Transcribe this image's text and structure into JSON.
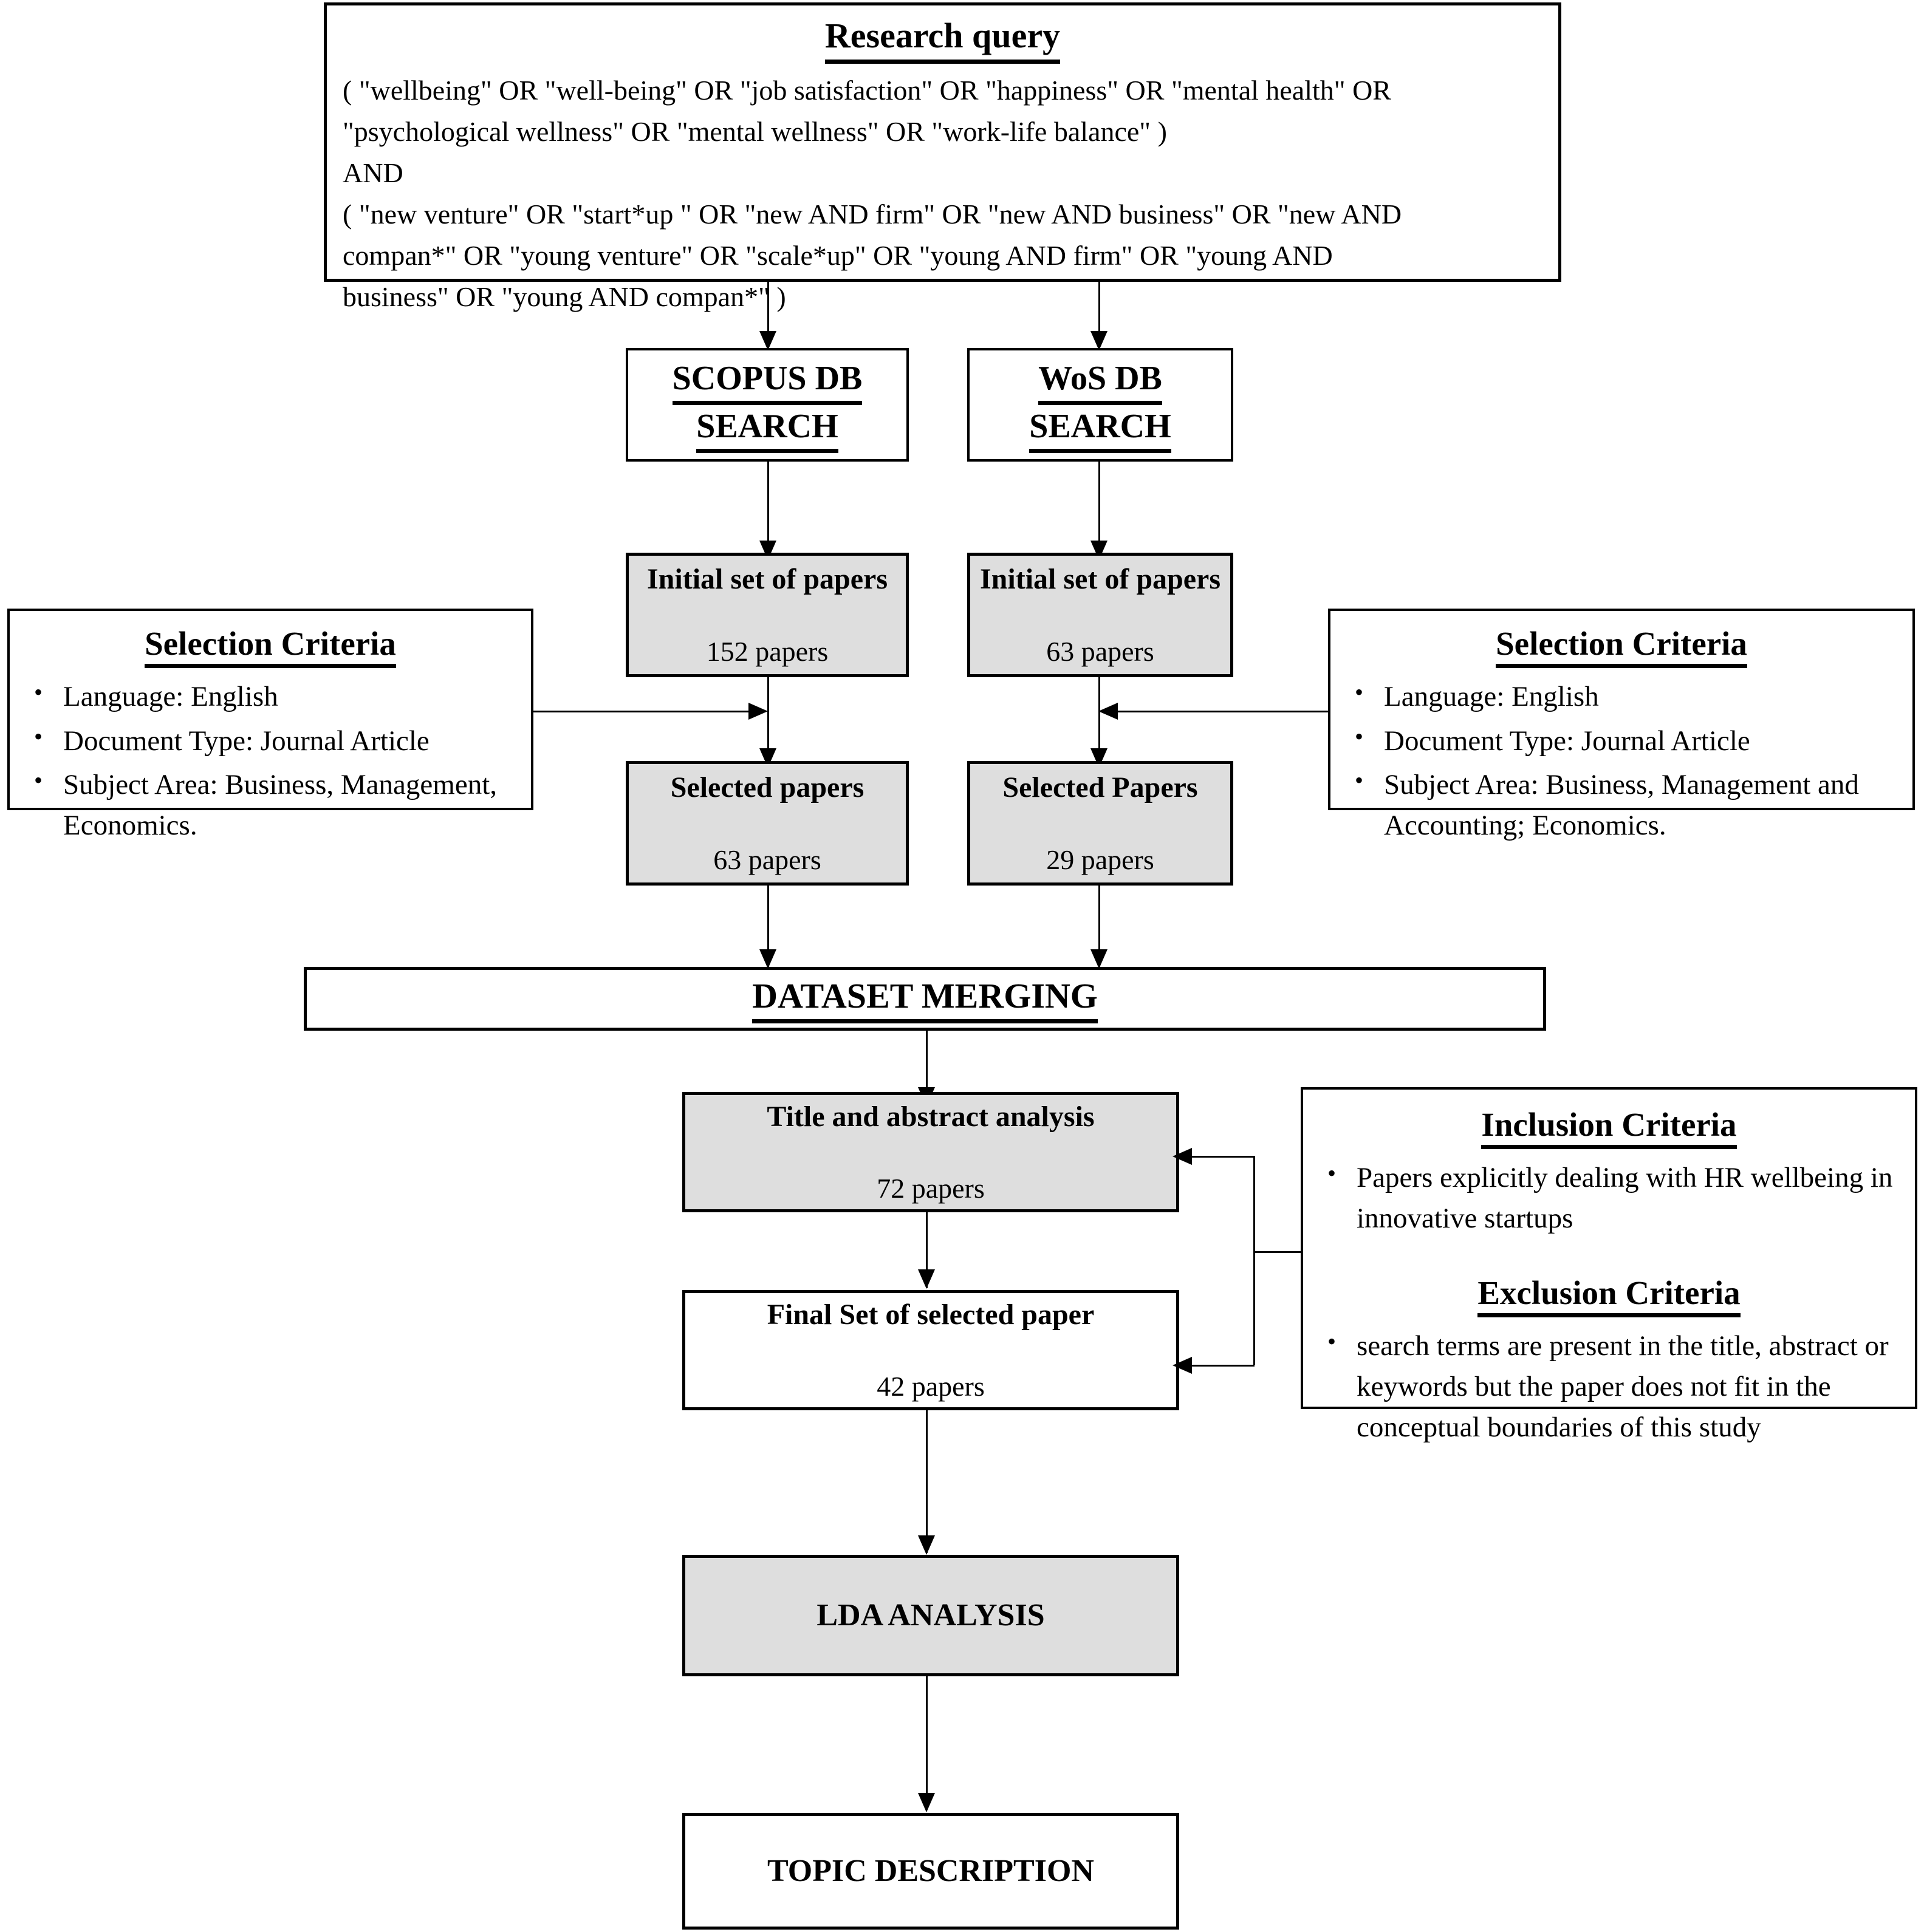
{
  "diagram": {
    "title": "Systematic literature review PRISMA-style flow diagram",
    "accent_gray": "#dedede",
    "line_color": "#000000"
  },
  "research_query": {
    "heading": "Research query",
    "line1": "( \"wellbeing\"   OR  \"well-being\"   OR \"job  satisfaction\"  OR  \"happiness\"   OR  \"mental health\"  OR",
    "line2": "\"psychological  wellness\"  OR  \"mental wellness\"  OR  \"work-life  balance\" )",
    "connector": "AND",
    "line3": "( \"new venture\"  OR  \"start*up \"   OR  \"new AND firm\"   OR  \"new AND business\"  OR  \"new AND",
    "line4": "compan*\"   OR  \"young venture\"  OR  \"scale*up\"   OR  \"young AND firm\"   OR  \"young AND",
    "line5": "business\"   OR  \"young AND compan*\" )"
  },
  "scopus_search": {
    "line1": "SCOPUS DB",
    "line2": "SEARCH"
  },
  "wos_search": {
    "line1": "WoS DB",
    "line2": "SEARCH"
  },
  "scopus_initial": {
    "label": "Initial set of papers",
    "count": "152 papers"
  },
  "wos_initial": {
    "label": "Initial set of papers",
    "count": "63 papers"
  },
  "scopus_selected": {
    "label": "Selected papers",
    "count": "63 papers"
  },
  "wos_selected": {
    "label": "Selected Papers",
    "count": "29  papers"
  },
  "selection_criteria_left": {
    "title": "Selection Criteria",
    "items": [
      "Language: English",
      "Document Type: Journal Article",
      "Subject Area: Business, Management, Economics."
    ]
  },
  "selection_criteria_right": {
    "title": "Selection Criteria",
    "items": [
      "Language: English",
      "Document Type: Journal Article",
      "Subject Area: Business, Management and Accounting; Economics."
    ]
  },
  "dataset_merging": {
    "label": "DATASET MERGING"
  },
  "title_abstract": {
    "label": "Title and abstract analysis",
    "count": "72 papers"
  },
  "final_set": {
    "label": "Final Set of selected paper",
    "count": "42 papers"
  },
  "criteria_box": {
    "inclusion_title": "Inclusion Criteria",
    "inclusion_items": [
      "Papers explicitly  dealing  with HR wellbeing  in innovative  startups"
    ],
    "exclusion_title": "Exclusion Criteria",
    "exclusion_items": [
      "search terms are present in the title,  abstract or keywords but the paper does not fit in the conceptual boundaries of this study"
    ]
  },
  "lda": {
    "label": "LDA ANALYSIS"
  },
  "topic_description": {
    "label": "TOPIC DESCRIPTION"
  }
}
